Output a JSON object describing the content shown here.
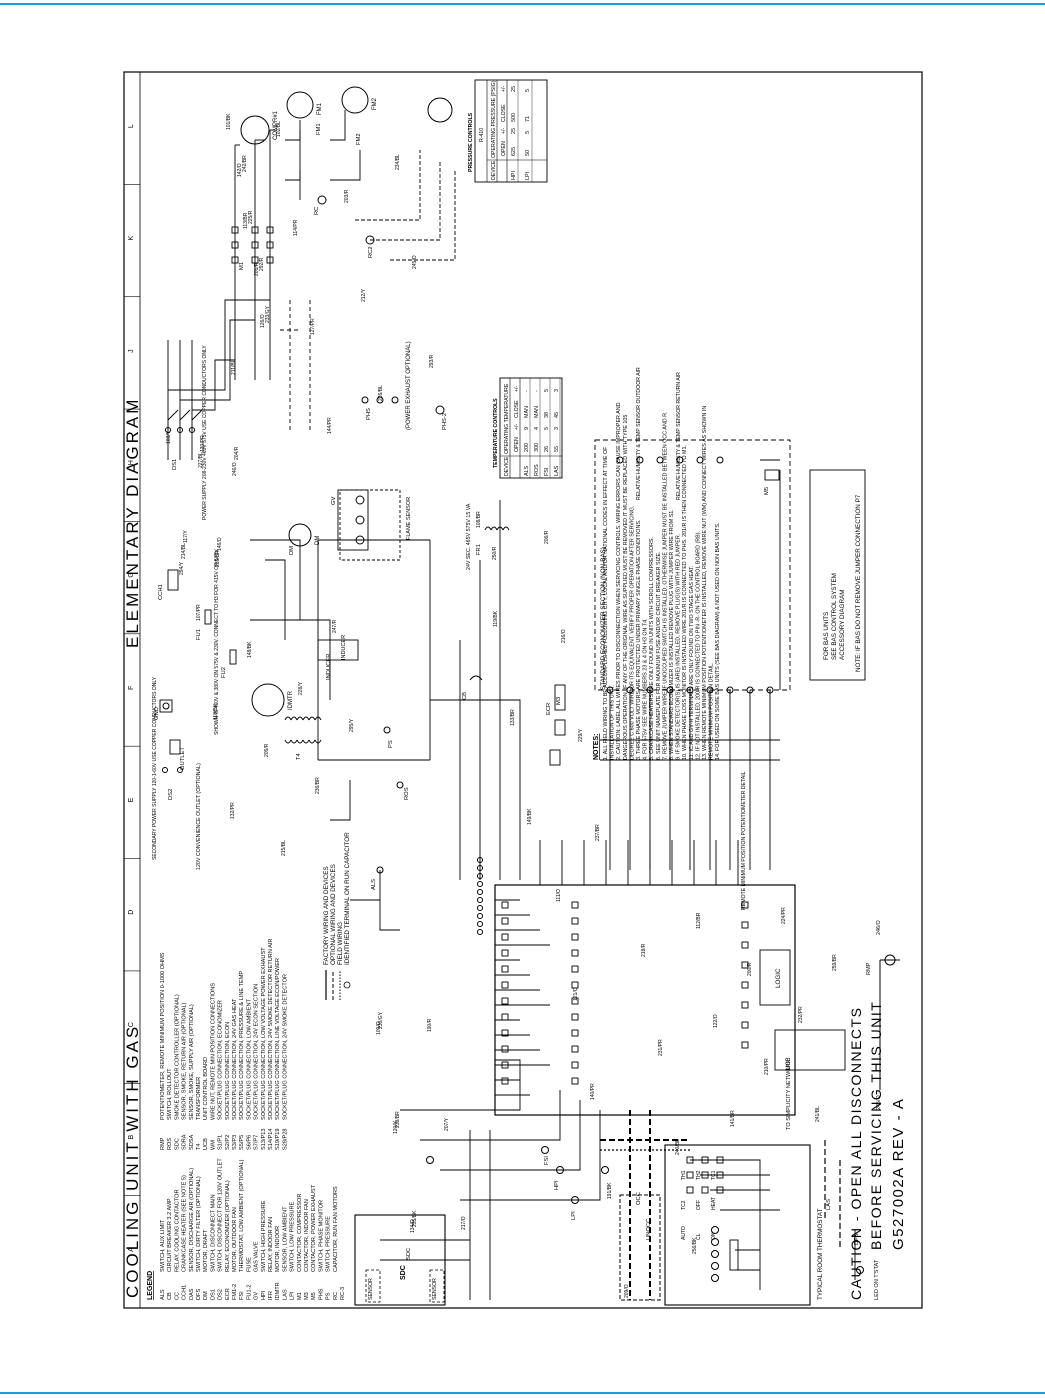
{
  "title_left": "COOLING UNIT WITH GAS",
  "title_right": "ELEMENTARY DIAGRAM",
  "doc_number": "G527002A REV - A",
  "caution": [
    "CAUTION - OPEN ALL DISCONNECTS",
    "BEFORE SERVICING THIS UNIT"
  ],
  "grid_columns": [
    "A",
    "B",
    "C",
    "D",
    "E",
    "F",
    "G",
    "H",
    "J",
    "K",
    "L"
  ],
  "legend_title": "LEGEND",
  "legend_left": [
    [
      "ALS",
      "SWITCH, AUX LIMIT"
    ],
    [
      "CB",
      "CIRCUIT BREAKER 3.2 AMP"
    ],
    [
      "CC",
      "RELAY, COOLING CONTACTOR"
    ],
    [
      "CCH1",
      "CRANKCASE HEATER (SEE NOTE 5)"
    ],
    [
      "DAS",
      "SENSOR, DISCHARGE AIR (OPTIONAL)"
    ],
    [
      "DFS",
      "SWITCH, DIRTY FILTER (OPTIONAL)"
    ],
    [
      "DM",
      "MOTOR, DRAFT"
    ],
    [
      "DS1",
      "SWITCH, DISCONNECT MAIN"
    ],
    [
      "DS2",
      "SWITCH, DISCONNECT FOR 120V OUTLET"
    ],
    [
      "ECR",
      "RELAY, ECONOMIZER (OPTIONAL)"
    ],
    [
      "FM1-2",
      "MOTOR, OUTDOOR FAN"
    ],
    [
      "FSI",
      "THERMOSTAT, LOW AMBIENT (OPTIONAL)"
    ],
    [
      "FU1-2",
      "FUSE"
    ],
    [
      "GV",
      "GAS VALVE"
    ],
    [
      "HPI",
      "SWITCH, HIGH PRESSURE"
    ],
    [
      "IFR",
      "RELAY, INDOOR FAN"
    ],
    [
      "IDMTR",
      "MOTOR, INDOOR"
    ],
    [
      "LAS",
      "SENSOR, LOW AMBIENT"
    ],
    [
      "LPI",
      "SWITCH, LOW PRESSURE"
    ],
    [
      "M1",
      "CONTACTOR, COMPRESSOR"
    ],
    [
      "M3",
      "CONTACTOR, INDOOR FAN"
    ],
    [
      "M5",
      "CONTACTOR, POWER EXHAUST"
    ],
    [
      "PHS",
      "SWITCH, PHASE MONITOR"
    ],
    [
      "PS",
      "SWITCH, PRESSURE"
    ],
    [
      "RC",
      "CAPACITOR, RUN FAN MOTORS"
    ],
    [
      "RC-3",
      ""
    ]
  ],
  "legend_right": [
    [
      "RMP",
      "POTENTIOMETER, REMOTE MINIMUM POSITION 0-1000 OHMS"
    ],
    [
      "ROS",
      "SWITCH, ROLLOUT"
    ],
    [
      "SDC",
      "SMOKE DETECTOR CONTROLLER (OPTIONAL)"
    ],
    [
      "SDRA",
      "SENSOR, SMOKE, RETURN AIR (OPTIONAL)"
    ],
    [
      "SDSA",
      "SENSOR, SMOKE, SUPPLY AIR (OPTIONAL)"
    ],
    [
      "T4",
      "TRANSFORMER"
    ],
    [
      "UCB",
      "UNIT CONTROL BOARD"
    ],
    [
      "WM",
      "WIRE NUT, REMOTE MIN POSITION CONNECTIONS"
    ],
    [
      "S1/P1",
      "SOCKET/PLUG CONNECTION, ECONOMIZER"
    ],
    [
      "S2/P2",
      "SOCKET/PLUG CONNECTION, ECON"
    ],
    [
      "S3/P3",
      "SOCKET/PLUG CONNECTION, 24V GAS HEAT"
    ],
    [
      "S5/P5",
      "SOCKET/PLUG CONNECTION, PRESSURE & LINE TEMP"
    ],
    [
      "S6/P6",
      "SOCKET/PLUG CONNECTION, LOW AMBIENT"
    ],
    [
      "S7/P7",
      "SOCKET/PLUG CONNECTION, 24V ECON SECTION"
    ],
    [
      "S13/P13",
      "SOCKET/PLUG CONNECTION, LOW VOLTAGE POWER EXHAUST"
    ],
    [
      "S14/P14",
      "SOCKET/PLUG CONNECTION, 24V SMOKE DETECTOR RETURN AIR"
    ],
    [
      "S19/P19",
      "SOCKET/PLUG CONNECTION, LINE VOLTAGE ECON/POWER"
    ],
    [
      "S28/P28",
      "SOCKET/PLUG CONNECTION, 24V SMOKE DETECTOR"
    ]
  ],
  "wiring_key": [
    "FACTORY WIRING AND DEVICES",
    "OPTIONAL WIRING AND DEVICES",
    "FIELD WIRING",
    "IDENTIFIED TERMINAL ON RUN CAPACITOR"
  ],
  "temp_controls": {
    "title": "TEMPERATURE CONTROLS",
    "headers": [
      "DEVICE",
      "OPERATING TEMPERATURE",
      "OPEN",
      "+/-",
      "CLOSE",
      "+/-"
    ],
    "rows": [
      [
        "ALS",
        "200",
        "9",
        "MAN",
        "-"
      ],
      [
        "ROS",
        "300",
        "4",
        "MAN",
        "-"
      ],
      [
        "FSI",
        "26",
        "5",
        "38",
        "5"
      ],
      [
        "LAS",
        "55",
        "3",
        "45",
        "3"
      ]
    ]
  },
  "pressure_controls": {
    "title": "PRESSURE CONTROLS",
    "refrigerant": "R-410",
    "headers": [
      "DEVICE",
      "OPERATING PRESSURE (PSIG)",
      "OPEN",
      "+/-",
      "CLOSE",
      "+/-"
    ],
    "rows": [
      [
        "HPI",
        "625",
        "25",
        "500",
        "25"
      ],
      [
        "LPI",
        "50",
        "5",
        "71",
        "5"
      ]
    ]
  },
  "notes_title": "NOTES:",
  "notes": [
    "1. ALL FIELD WIRING TO BE ACCOMPLISHED FOLLOWING CITY, LOCAL AND/OR NATIONAL CODES IN EFFECT AT TIME OF INSTALLATION OF THIS UNIT.",
    "2. CAUTION: LABEL ALL WIRES PRIOR TO DISCONNECTION WHEN SERVICING CONTROLS. WIRING ERRORS CAN CAUSE IMPROPER AND DANGEROUS OPERATION. IF ANY OF THE ORIGINAL WIRE AS SUPPLIED MUST BE REMOVED IT MUST BE REPLACED WITH TYPE 105 DEGREE C 600 VOLT WIRE OR ITS EQUIVALENT. VERIFY PROPER OPERATION AFTER SERVICING.",
    "3. THREE PHASE MOTORS ARE PROTECTED UNDER PRIMARY SINGLE PHASE CONDITIONS.",
    "4. FOR 575V SEE WIRE NUMBERS 23 & 4 ON H3 ON T4.",
    "5. CRANKCASE HEATERS ARE ONLY FOUND IN UNITS WITH SCROLL COMPRESSORS.",
    "6. SEE UNIT NAMEPLATE FOR MAXIMUM FUSE AND/OR CIRCUIT BREAKER SIZE.",
    "7. REMOVE JUMPER WIRE IF UNOCCUPIED SWITCH IS INSTALLED, OTHERWISE JUMPER MUST BE INSTALLED BETWEEN OCC AND R.",
    "8. WHEN STANDARD ECONOMIZER IS INSTALLED REMOVE PLUG WITH JUMPER WIRE FROM S1.",
    "9. IF SMOKE DETECTOR(S) IS (ARE) INSTALLED, REMOVE PLUG(S) WITH RED JUMPER.",
    "10. WHEN PHASE LOSS MONITOR IS INSTALLED WIRE 201/R IS CONNECTED TO PHS. 201/R IS THEN CONNECTED TO M1.",
    "11. IC AND GV-H TERMINALS ARE ONLY FOUND ON TWO STAGE GAS HEAT.",
    "12. IF NOT INSTALLED, 200/R IS CONNECTED TO PIN -R- ON THE CONTROL BOARD (RB).",
    "13. WHEN REMOTE MINIMUM POSITION POTENTIOMETER IS INSTALLED, REMOVE WIRE NUT (WM) AND CONNECT WIRES AS SHOWN IN REMOTE MINIMUM POSITION DETAIL.",
    "14. FOR USED ON SOME BAS UNITS (SEE BAS DIAGRAM) & NOT USED ON NON BAS UNITS."
  ],
  "bas_note": [
    "FOR BAS UNITS",
    "SEE BAS CONTROL SYSTEM",
    "ACCESSORY DIAGRAM"
  ],
  "bas_note_bottom": "NOTE: IF BAS DO NOT REMOVE JUMPER CONNECTION P7",
  "economizer_title": "STANDARD ECONOMIZER SECTION (NON-BAS)",
  "economizer_items": [
    "RELATIVE HUMIDITY & TEMP SENSOR OUTDOOR AIR",
    "RELATIVE HUMIDITY & TEMP SENSOR RETURN AIR"
  ],
  "thermostat_title": "TYPICAL ROOM THERMOSTAT",
  "thermostat_terminals": [
    "TH1",
    "TH2",
    "TC1",
    "TC2",
    "OFF",
    "HEAT",
    "AUTO",
    "CL",
    "ON"
  ],
  "remote_detail": "REMOTE MINIMUM POSITION POTENTIOMETER DETAIL",
  "remote_wires": [
    "245/O",
    "246/O",
    "RMP"
  ],
  "sdc_label": "SDC",
  "sensor_label": "SENSOR",
  "ucb_label": "UCB",
  "logic_label": "LOGIC",
  "simplicity_label": "TO SIMPLICITY NETWORK",
  "power_supply": {
    "primary": "POWER SUPPLY 208-230V 460V 575V USE COPPER CONDUCTORS ONLY",
    "secondary": "SECONDARY POWER SUPPLY 120-1-60V USE COPPER CONDUCTORS ONLY",
    "outlet": "120V CONVENIENCE OUTLET (OPTIONAL)",
    "transformer": "24V SEC. 465V 575V 15 VA",
    "shown": "SHOWN IS 460V & 380V ON 575V & 230V. CONNECT TO H3 FOR 415V OR 575V"
  },
  "power_exhaust": "(POWER EXHAUST OPTIONAL)",
  "components": [
    "COMPR#1",
    "FM1",
    "FM2",
    "RC",
    "RC2",
    "DM",
    "IDMTR",
    "T4",
    "GND",
    "OUTLET",
    "INDUCER",
    "FLAME SENSOR",
    "GV",
    "PHS",
    "PHS-2",
    "ALS",
    "ROS",
    "PS",
    "LAS",
    "LPI",
    "HPI",
    "FSI",
    "SDC",
    "DS1",
    "DS2",
    "CCH1",
    "FU1",
    "FU2",
    "M1",
    "M3",
    "M5",
    "CB",
    "FR1",
    "ECR",
    "OCC",
    "UNOCC",
    "DFS",
    "LED ON T'STAT"
  ],
  "wire_labels": [
    "101/BK",
    "102/BL",
    "103/Y",
    "107/PR",
    "108/BR",
    "109/O",
    "111/O",
    "112/BR",
    "113/BR",
    "114/PR",
    "117/Y",
    "118/BK",
    "119/BK",
    "120/Y",
    "121/O",
    "122/O",
    "126/O",
    "127/PR",
    "130/PR",
    "132/PR",
    "133/BR",
    "134/O",
    "140/PR",
    "141/BR",
    "142/O",
    "144/PR",
    "146/O",
    "148/BK",
    "149/BK",
    "190/R",
    "191/BK",
    "200/R",
    "201/R",
    "203/R",
    "204/R",
    "205/R",
    "206/R",
    "207/Y",
    "209/O",
    "210/PR",
    "211/BL",
    "212/Y",
    "214/BL",
    "215/BL",
    "216/O",
    "217/O",
    "218/R",
    "224/PR",
    "225/R",
    "226/BL",
    "227/BL",
    "228/Y",
    "229/Y",
    "230/GY",
    "231/PR",
    "232/PR",
    "233/GY",
    "234/BL",
    "235/BR",
    "236/BR",
    "237/BR",
    "238/BR",
    "240/BL",
    "241/BL",
    "242/BR",
    "245/O",
    "246/O",
    "247/R",
    "250/R",
    "255/BK",
    "256/BK",
    "259/BR",
    "292/R",
    "293/R",
    "294/Y",
    "295/Y"
  ],
  "stroke_color": "#000000",
  "rule_color": "#1aa0d8"
}
